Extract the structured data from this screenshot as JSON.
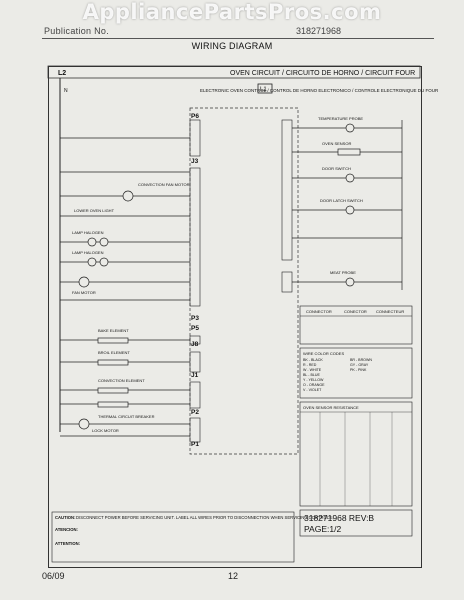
{
  "watermark": "AppliancePartsPros.com",
  "header": {
    "brand": "Publication No.",
    "publication": "318271968"
  },
  "title": "WIRING DIAGRAM",
  "diagram": {
    "heading": "OVEN CIRCUIT / CIRCUITO DE HORNO / CIRCUIT FOUR",
    "L2": "L2",
    "L1": "L1",
    "neutral": "N",
    "control_label": "ELECTRONIC OVEN CONTROL / CONTROL DE HORNO ELECTRONICO / CONTROLE ELECTRONIQUE DU FOUR",
    "connectors": [
      "P6",
      "J3",
      "P3",
      "P5",
      "J8",
      "J1",
      "P2",
      "P1"
    ],
    "left_components": [
      "CONVECTION FAN MOTOR",
      "LOWER OVEN LIGHT",
      "LAMP HALOGEN",
      "LAMP HALOGEN",
      "FAN MOTOR",
      "BAKE ELEMENT",
      "BROIL ELEMENT",
      "CONVECTION ELEMENT",
      "THERMAL CIRCUIT BREAKER",
      "LOCK MOTOR"
    ],
    "right_components": [
      "TEMPERATURE PROBE",
      "OVEN SENSOR",
      "DOOR SWITCH",
      "DOOR LATCH SWITCH",
      "MEAT PROBE"
    ],
    "table_headers": [
      "CONNECTOR",
      "CONECTOR",
      "CONNECTEUR"
    ],
    "color_legend_title": "WIRE COLOR CODES",
    "colors": [
      "BK - BLACK",
      "R - RED",
      "W - WHITE",
      "BL - BLUE",
      "Y - YELLOW",
      "O - ORANGE",
      "V - VIOLET",
      "BR - BROWN",
      "GY - GRAY",
      "PK - PINK"
    ],
    "res_title": "OVEN SENSOR RESISTANCE",
    "caution_title": "CAUTION:",
    "caution": "DISCONNECT POWER BEFORE SERVICING UNIT. LABEL ALL WIRES PRIOR TO DISCONNECTION WHEN SERVICING CONTROLS.",
    "atencion_title": "ATENCION:",
    "attention_title": "ATTENTION:",
    "page_code": "318271968 REV:B",
    "page_no": "PAGE:1/2"
  },
  "footer": {
    "date": "06/09",
    "page": "12"
  }
}
